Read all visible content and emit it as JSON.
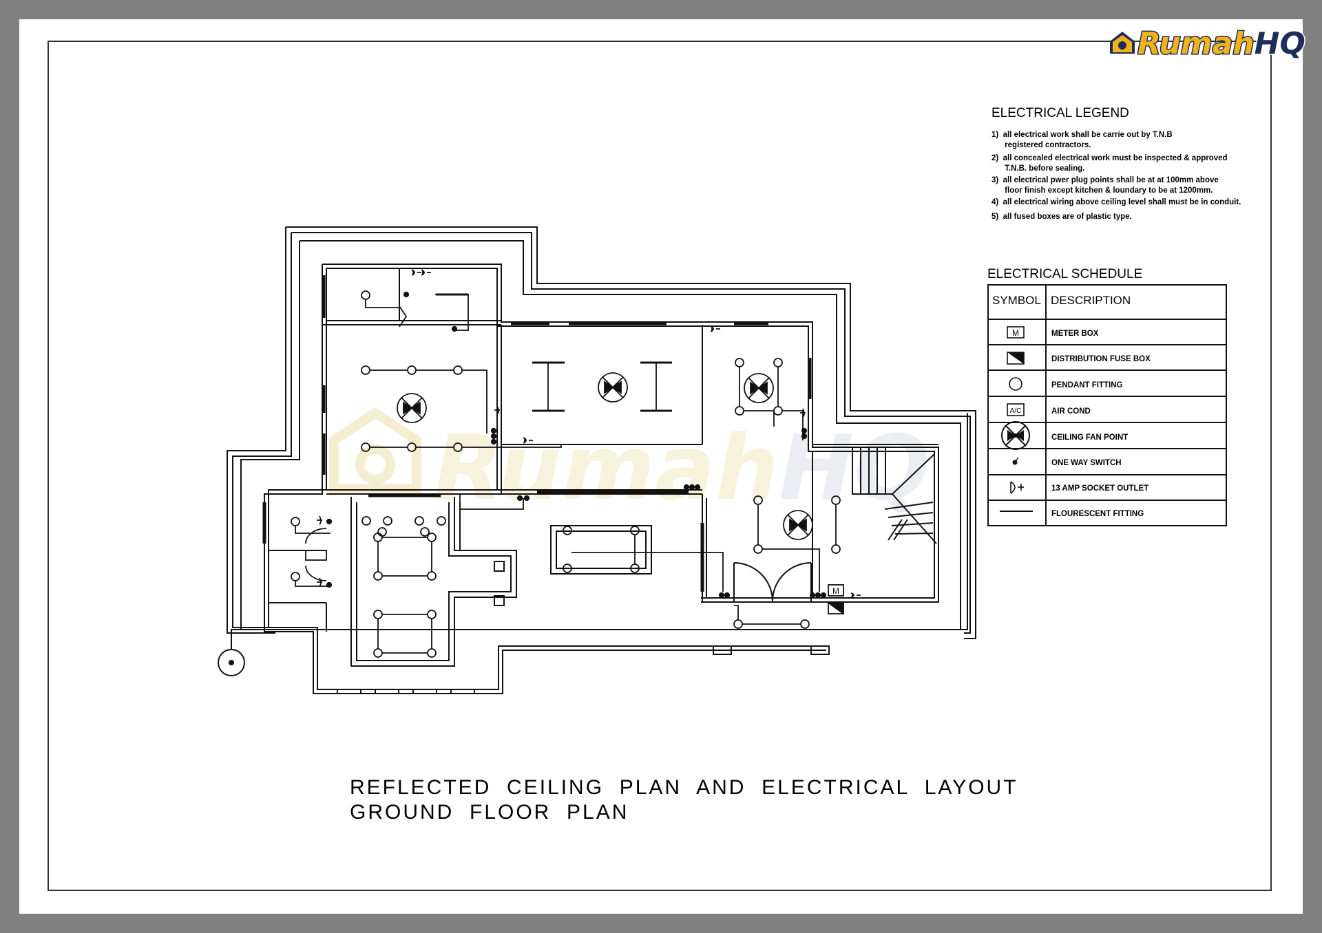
{
  "brand": {
    "name": "RumahHQ",
    "part1": "Rumah",
    "part2": "HQ",
    "gold": "#f2b21a",
    "navy": "#1c2d5a",
    "watermark_tint": "#f3eccc"
  },
  "legend": {
    "title": "ELECTRICAL LEGEND",
    "notes": [
      "1)  all electrical work shall be carrie out by T.N.B",
      "      registered contractors.",
      "2)  all concealed electrical work must be inspected & approved",
      "      T.N.B. before sealing.",
      "3)  all electrical pwer plug points shall be at at 100mm above",
      "      floor finish except kitchen & loundary to be at 1200mm.",
      "4)  all electrical wiring above ceiling level shall must be in conduit.",
      "5)  all fused boxes are of plastic type."
    ]
  },
  "schedule": {
    "title": "ELECTRICAL SCHEDULE",
    "col_symbol": "SYMBOL",
    "col_description": "DESCRIPTION",
    "rows": [
      {
        "symbol": "meter-box-icon",
        "symbol_text": "M",
        "description": "METER BOX"
      },
      {
        "symbol": "distribution-fuse-box-icon",
        "symbol_text": "",
        "description": "DISTRIBUTION FUSE BOX"
      },
      {
        "symbol": "pendant-fitting-icon",
        "symbol_text": "",
        "description": "PENDANT FITTING"
      },
      {
        "symbol": "air-cond-icon",
        "symbol_text": "A/C",
        "description": "AIR COND"
      },
      {
        "symbol": "ceiling-fan-icon",
        "symbol_text": "",
        "description": "CEILING FAN POINT"
      },
      {
        "symbol": "one-way-switch-icon",
        "symbol_text": "",
        "description": "ONE WAY SWITCH"
      },
      {
        "symbol": "socket-outlet-icon",
        "symbol_text": "",
        "description": "13 AMP SOCKET OUTLET"
      },
      {
        "symbol": "fluorescent-fitting-icon",
        "symbol_text": "",
        "description": "FLOURESCENT FITTING"
      }
    ]
  },
  "plan_labels": {
    "meter_label": "M"
  },
  "title_block": {
    "line1": "REFLECTED  CEILING  PLAN  AND  ELECTRICAL  LAYOUT",
    "line2": "GROUND  FLOOR  PLAN"
  }
}
